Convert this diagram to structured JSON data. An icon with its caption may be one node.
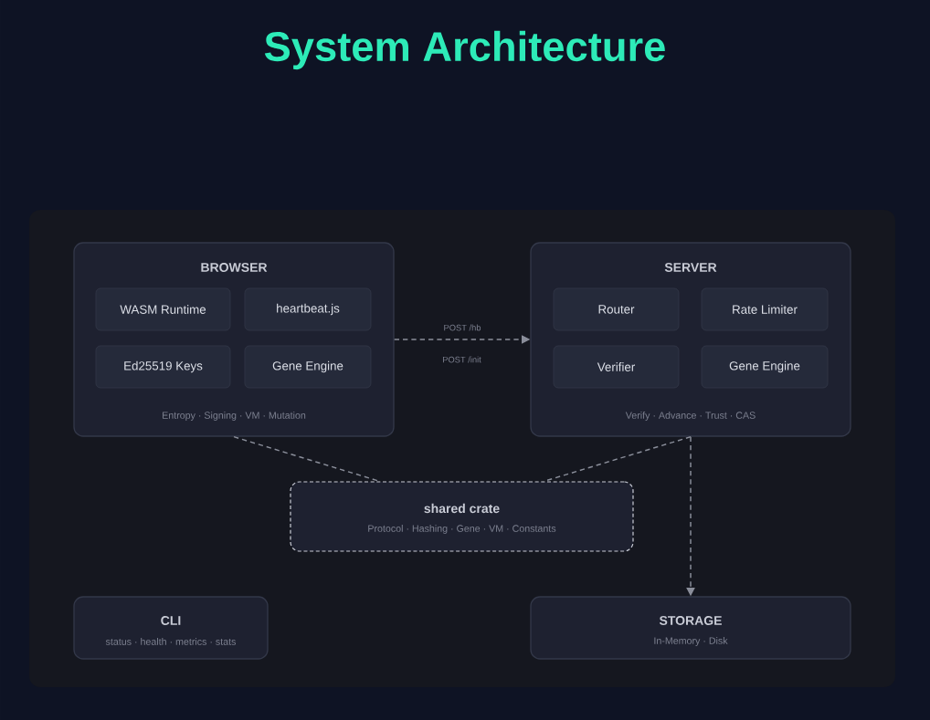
{
  "diagram": {
    "title": "System Architecture",
    "nodes": [
      {
        "text": [
          "BROWSER",
          "Entropy · Signing · VM · Mutation"
        ]
      },
      {
        "text": [
          "WASM Runtime"
        ],
        "in": 0
      },
      {
        "text": [
          "heartbeat.js"
        ],
        "in": 0
      },
      {
        "text": [
          "Ed25519 Keys"
        ],
        "in": 0
      },
      {
        "text": [
          "Gene Engine"
        ],
        "in": 0
      },
      {
        "text": [
          "SERVER",
          "Verify · Advance · Trust · CAS"
        ]
      },
      {
        "text": [
          "Router"
        ],
        "in": 5
      },
      {
        "text": [
          "Rate Limiter"
        ],
        "in": 5
      },
      {
        "text": [
          "Verifier"
        ],
        "in": 5
      },
      {
        "text": [
          "Gene Engine"
        ],
        "in": 5
      },
      {
        "text": [
          "shared crate",
          "Protocol · Hashing · Gene · VM · Constants"
        ]
      },
      {
        "text": [
          "CLI",
          "status · health · metrics · stats"
        ]
      },
      {
        "text": [
          "STORAGE",
          "In-Memory · Disk"
        ]
      }
    ],
    "edges": [
      {
        "from": 0,
        "to": 5,
        "arrow": "to",
        "label": "POST /hb",
        "style": "dashed"
      },
      {
        "from": 0,
        "to": 10,
        "arrow": "none",
        "style": "dashed"
      },
      {
        "from": 5,
        "to": 10,
        "arrow": "none",
        "style": "dashed"
      },
      {
        "from": 5,
        "to": 12,
        "arrow": "to",
        "style": "dashed"
      }
    ],
    "labels": [
      "POST /init"
    ]
  }
}
